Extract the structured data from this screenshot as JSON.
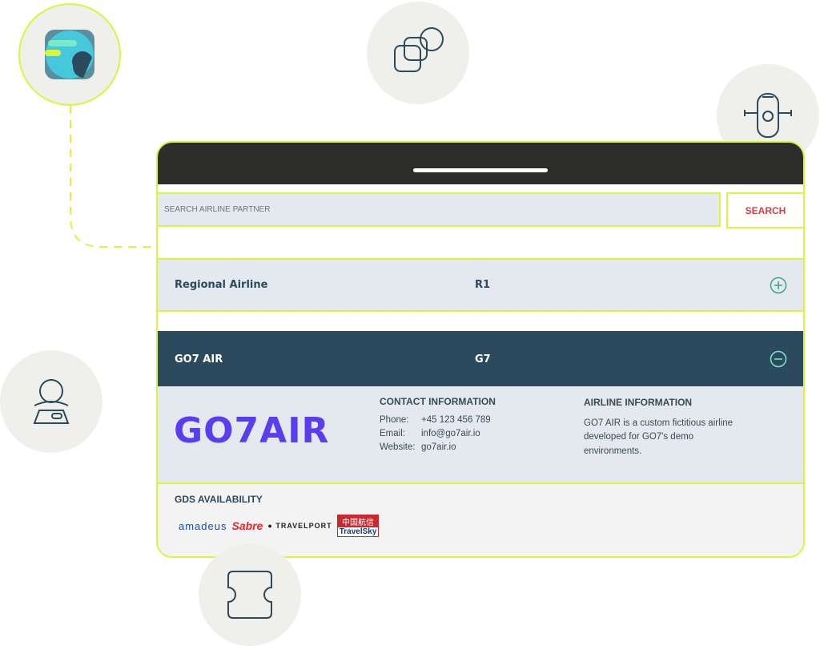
{
  "search": {
    "placeholder": "SEARCH AIRLINE PARTNER",
    "button": "SEARCH"
  },
  "airlines": [
    {
      "name": "Regional Airline",
      "code": "R1",
      "expanded": false
    },
    {
      "name": "GO7 AIR",
      "code": "G7",
      "expanded": true
    }
  ],
  "details": {
    "logo": "GO7AIR",
    "contact": {
      "title": "CONTACT INFORMATION",
      "phone_label": "Phone:",
      "phone": "+45 123 456 789",
      "email_label": "Email:",
      "email": "info@go7air.io",
      "website_label": "Website:",
      "website": "go7air.io"
    },
    "airline_info": {
      "title": "AIRLINE INFORMATION",
      "text": "GO7 AIR is a custom fictitious airline developed for GO7's demo environments."
    }
  },
  "gds": {
    "title": "GDS AVAILABILITY",
    "providers": [
      "amadeus",
      "Sabre",
      "TRAVELPORT",
      "中国航信",
      "TravelSky"
    ]
  },
  "colors": {
    "accent": "#d9f53c",
    "dark": "#2b4a5e",
    "brand": "#5b3df0",
    "search": "#d0404a"
  }
}
